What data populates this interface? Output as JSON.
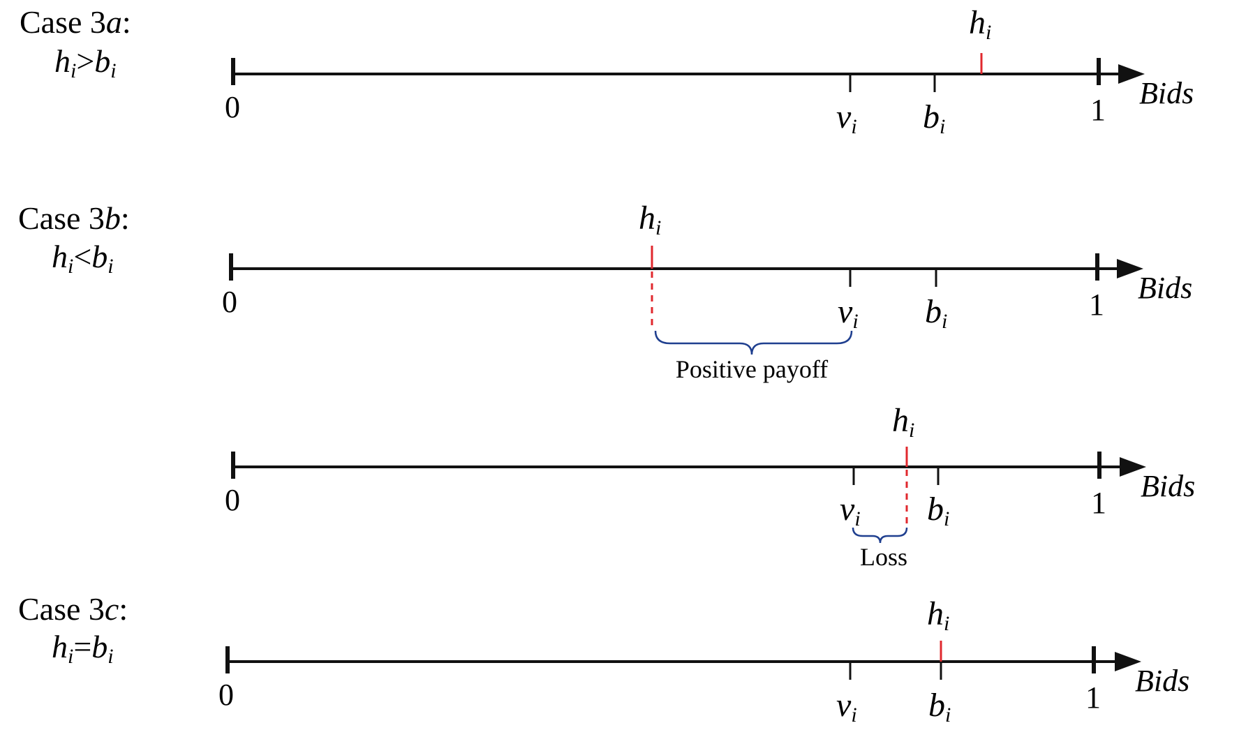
{
  "axis_label": "Bids",
  "min_label": "0",
  "max_label": "1",
  "value_symbol": "v",
  "bid_symbol": "b",
  "h_symbol": "h",
  "subscript": "i",
  "cases": [
    {
      "title": "Case 3",
      "letter": "a",
      "colon": ":",
      "condition_rel": ">"
    },
    {
      "title": "Case 3",
      "letter": "b",
      "colon": ":",
      "condition_rel": "<"
    },
    {
      "title": "Case 3",
      "letter": "c",
      "colon": ":",
      "condition_rel": "="
    }
  ],
  "braces": {
    "positive": "Positive payoff",
    "loss": "Loss"
  },
  "colors": {
    "axis": "#111111",
    "h_marker": "#e0282e",
    "brace": "#1f3f8f"
  }
}
